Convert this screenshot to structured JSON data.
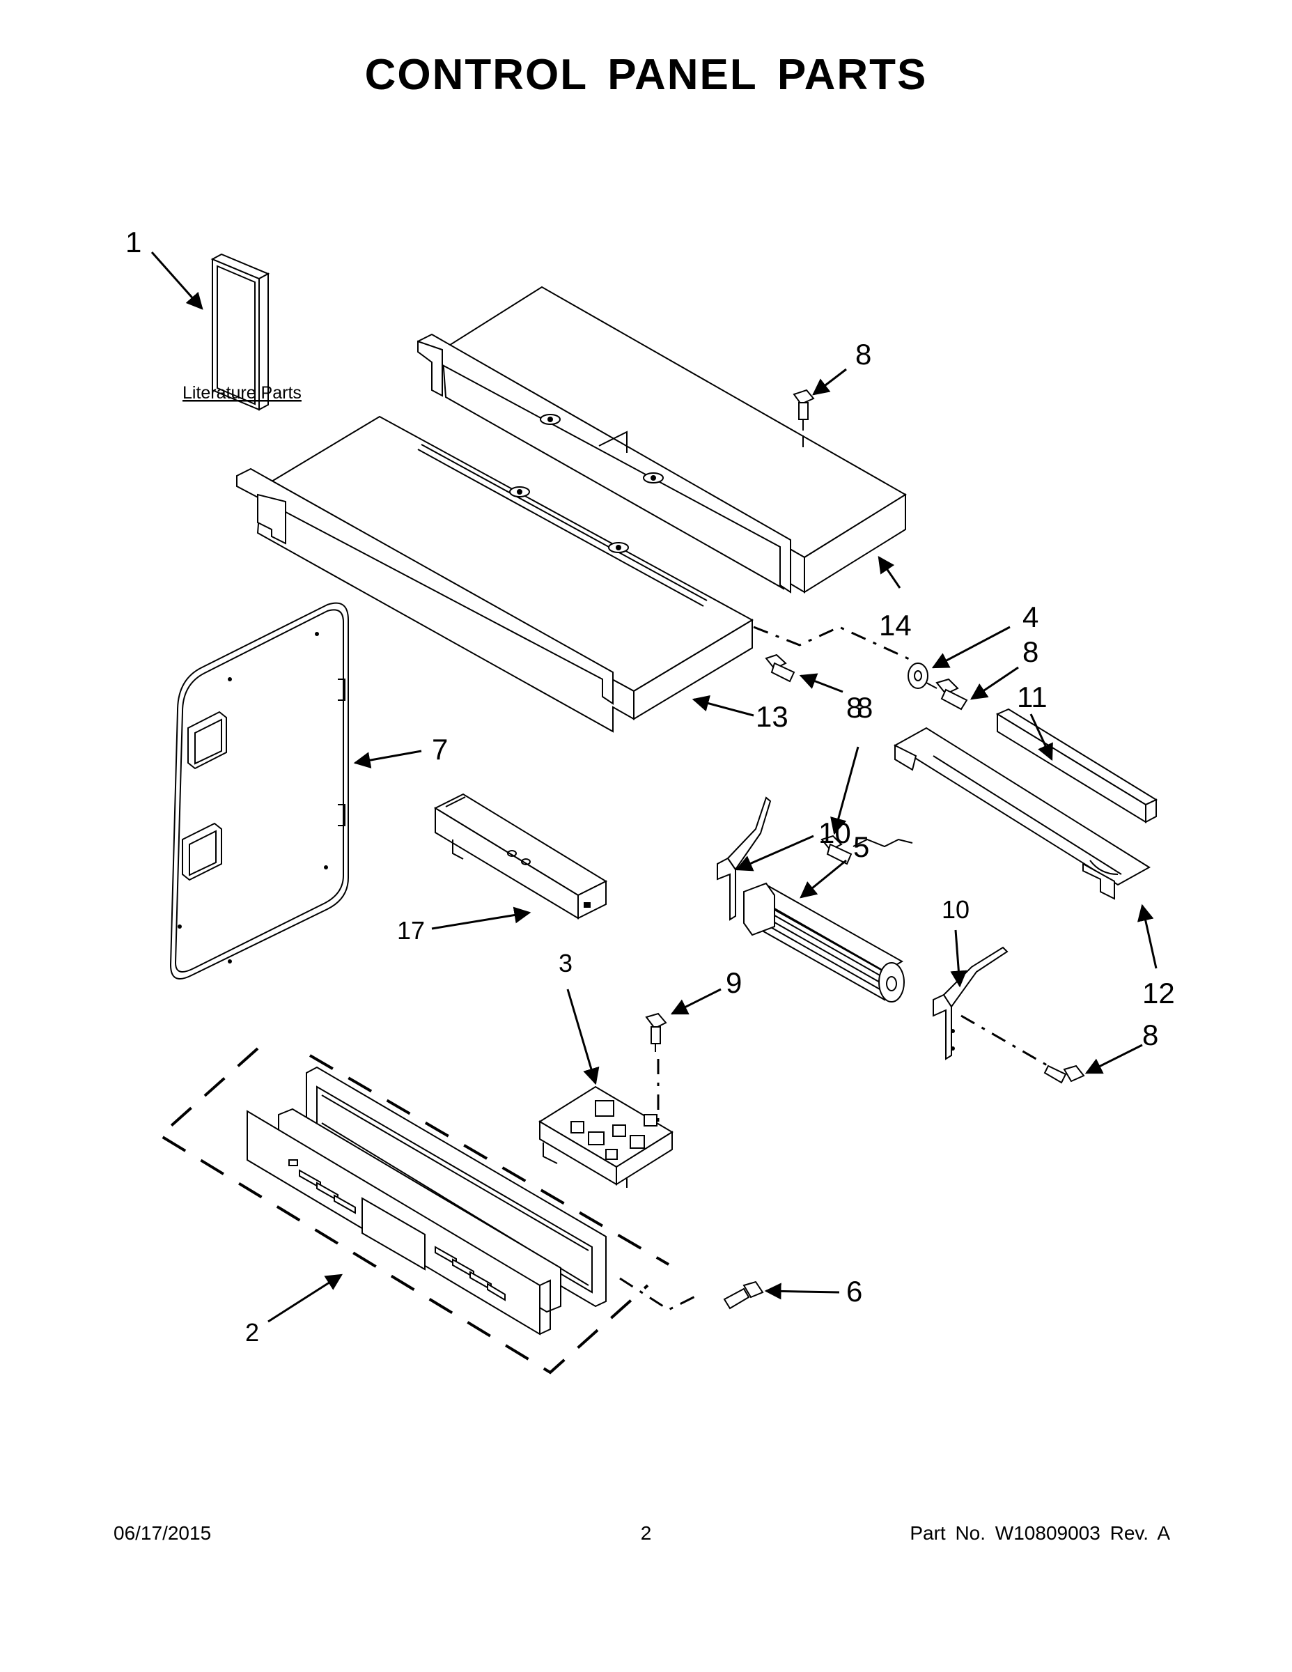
{
  "title": "CONTROL PANEL PARTS",
  "literature_label": "Literature Parts",
  "callouts": {
    "c1": "1",
    "c2": "2",
    "c3": "3",
    "c4": "4",
    "c5": "5",
    "c6": "6",
    "c7": "7",
    "c8a": "8",
    "c8b": "8",
    "c8c": "8",
    "c8d": "8",
    "c8e": "8",
    "c9": "9",
    "c10a": "10",
    "c10b": "10",
    "c11": "11",
    "c12": "12",
    "c13": "13",
    "c14": "14",
    "c17": "17"
  },
  "footer": {
    "date": "06/17/2015",
    "page": "2",
    "part_no": "Part No.  W10809003  Rev.  A"
  }
}
